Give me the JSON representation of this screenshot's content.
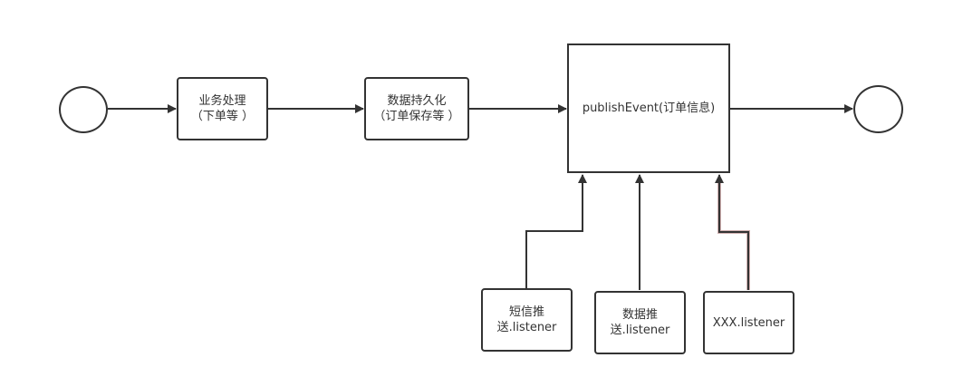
{
  "diagram": {
    "nodes": {
      "start": "",
      "business": "业务处理\n（下单等 ）",
      "persist": "数据持久化\n（订单保存等 ）",
      "publish": "publishEvent(订单信息)",
      "end": "",
      "sms": "短信推\n送.listener",
      "datapush": "数据推\n送.listener",
      "xxx": "XXX.listener"
    },
    "colors": {
      "stroke": "#333333",
      "highlight_edge": "#7a3535",
      "background": "#ffffff"
    }
  }
}
